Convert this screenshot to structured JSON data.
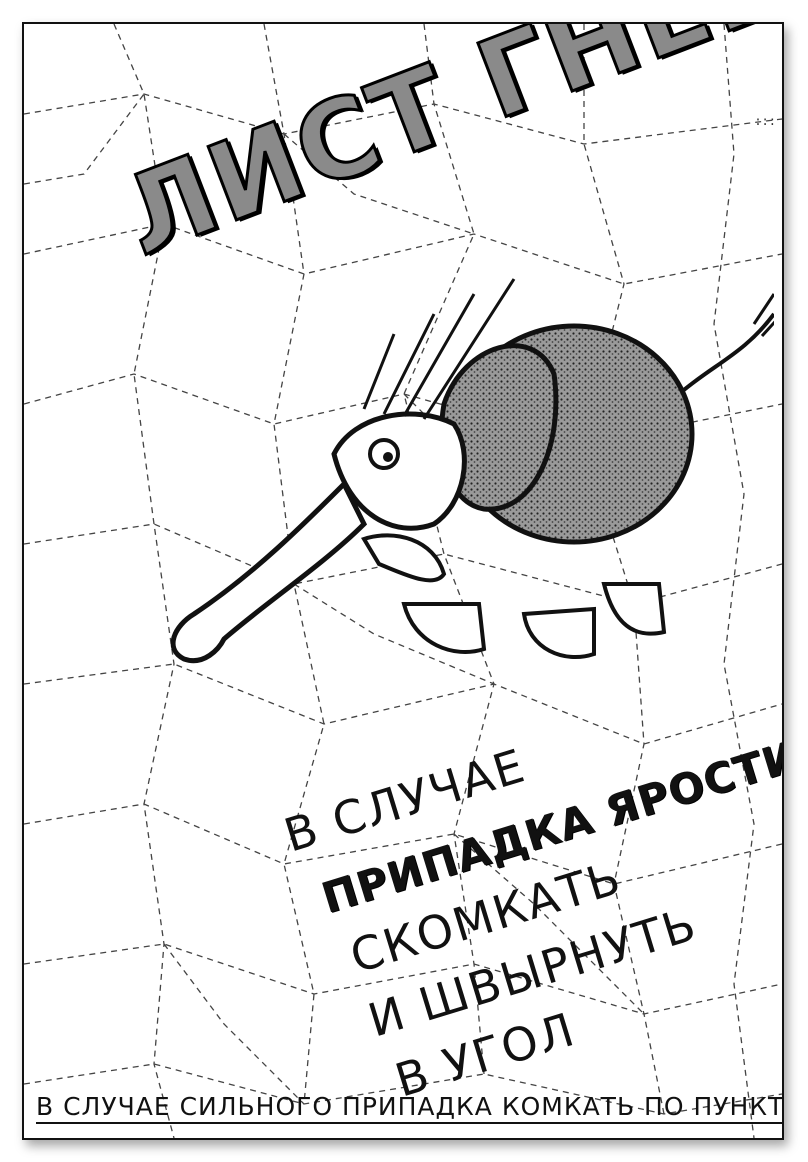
{
  "poster": {
    "title": "ЛИСТ ГНЕВА",
    "lines": [
      {
        "text": "В СЛУЧАЕ",
        "style": "thin"
      },
      {
        "text": "ПРИПАДКА ЯРОСТИ",
        "style": "bold"
      },
      {
        "text": "СКОМКАТЬ",
        "style": "thin"
      },
      {
        "text": "И ШВЫРНУТЬ",
        "style": "thin"
      },
      {
        "text": "В УГОЛ",
        "style": "thin"
      }
    ],
    "footer": "В СЛУЧАЕ СИЛЬНОГО ПРИПАДКА КОМКАТЬ ПО ПУНКТИРУ"
  },
  "illustration": "angry-elephant-icon",
  "colors": {
    "ink": "#111111",
    "paper": "#ffffff",
    "title_fill": "#8a8a8a"
  }
}
